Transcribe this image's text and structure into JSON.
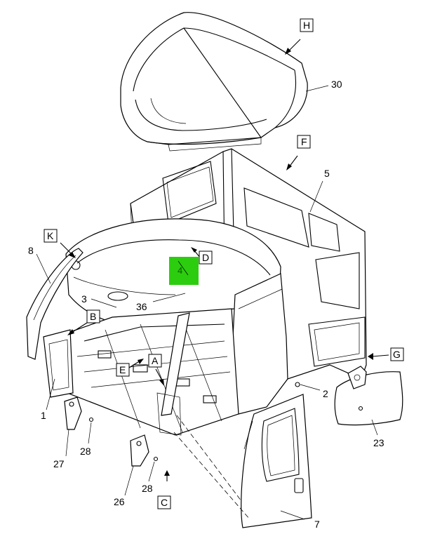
{
  "callouts": {
    "p30": "30",
    "p5": "5",
    "p8": "8",
    "p3": "3",
    "p36": "36",
    "p1": "1",
    "p2": "2",
    "p27": "27",
    "p28a": "28",
    "p28b": "28",
    "p26": "26",
    "p7": "7",
    "p23": "23",
    "p4": "4"
  },
  "views": {
    "H": "H",
    "F": "F",
    "K": "K",
    "D": "D",
    "B": "B",
    "E": "E",
    "A": "A",
    "G": "G",
    "C": "C"
  },
  "colors": {
    "highlight": "#2ccd0e",
    "line": "#000000",
    "background": "#ffffff"
  }
}
